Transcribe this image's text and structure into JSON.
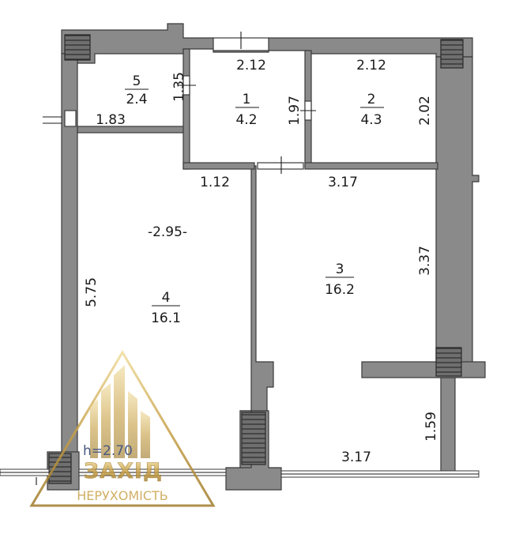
{
  "rooms": [
    {
      "id": "room-1",
      "number": "1",
      "area": "4.2"
    },
    {
      "id": "room-2",
      "number": "2",
      "area": "4.3"
    },
    {
      "id": "room-3",
      "number": "3",
      "area": "16.2"
    },
    {
      "id": "room-4",
      "number": "4",
      "area": "16.1"
    },
    {
      "id": "room-5",
      "number": "5",
      "area": "2.4"
    }
  ],
  "dimensions": {
    "room1_width": "2.12",
    "room1_door_left": "1.35",
    "room1_door_right": "1.97",
    "room2_width": "2.12",
    "room2_height": "2.02",
    "room5_width": "1.83",
    "corridor_width": "1.12",
    "room3_top": "3.17",
    "room3_height": "3.37",
    "room4_width": "-2.95-",
    "room4_height": "5.75",
    "balcony_depth": "1.59",
    "balcony_width": "3.17"
  },
  "ceiling_height": "h=2.70",
  "logo": {
    "name": "ЗАХІД",
    "tagline": "НЕРУХОМІСТЬ",
    "colors": {
      "gold": "#c9a24a",
      "gold_light": "#e7cf8a"
    }
  },
  "colors": {
    "wall": "#8a8a8a",
    "line": "#3a3a3a"
  }
}
